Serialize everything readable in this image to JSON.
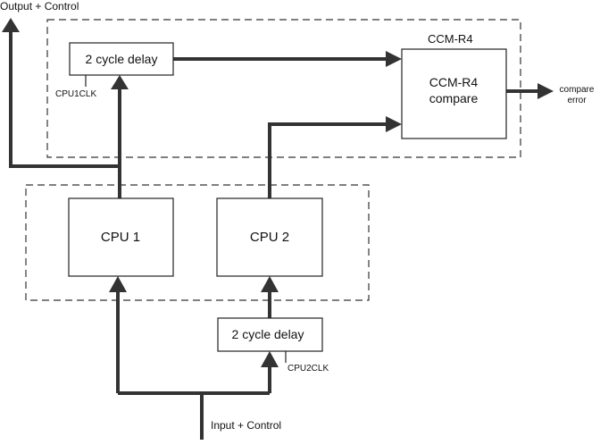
{
  "labels": {
    "output_control": "Output + Control",
    "input_control": "Input + Control",
    "ccm_group": "CCM-R4",
    "compare_error_line1": "compare",
    "compare_error_line2": "error",
    "cpu1clk": "CPU1CLK",
    "cpu2clk": "CPU2CLK"
  },
  "blocks": {
    "delay_top": "2 cycle delay",
    "ccm_line1": "CCM-R4",
    "ccm_line2": "compare",
    "cpu1": "CPU 1",
    "cpu2": "CPU 2",
    "delay_bottom": "2 cycle delay"
  }
}
